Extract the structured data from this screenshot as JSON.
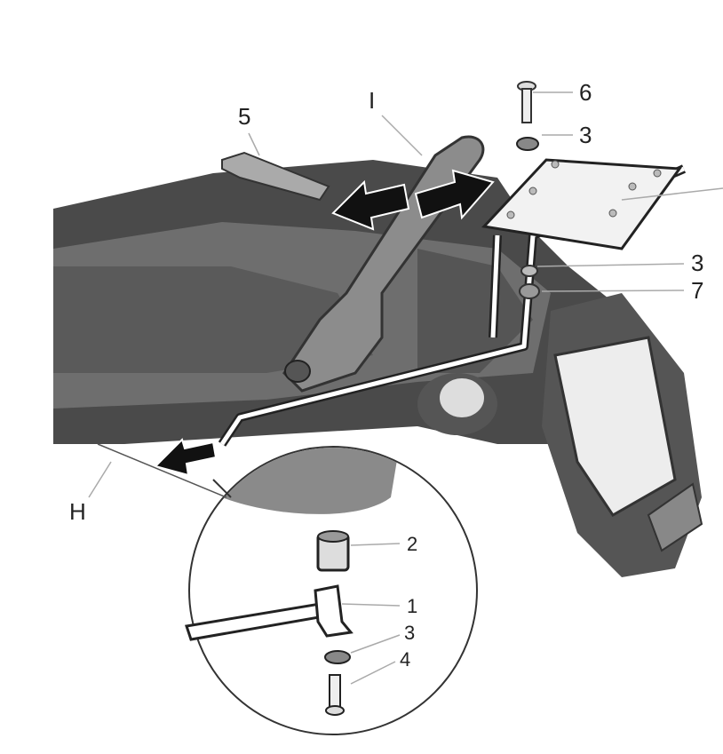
{
  "labels": {
    "bracket_5": "5",
    "handle_i": "I",
    "bolt_6": "6",
    "washer_3_top": "3",
    "washer_3_mid": "3",
    "spacer_7": "7",
    "point_h": "H",
    "spacer_2": "2",
    "rack_1": "1",
    "washer_3_detail": "3",
    "bolt_4": "4"
  },
  "colors": {
    "body_dark": "#4a4a4a",
    "body_mid": "#6e6e6e",
    "body_light": "#9a9a9a",
    "rack": "#ffffff",
    "arrow": "#111111"
  }
}
